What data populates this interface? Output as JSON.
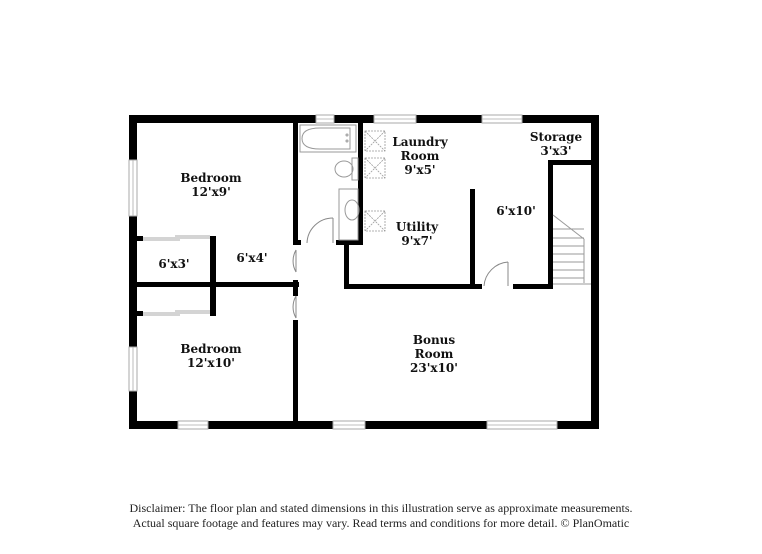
{
  "floor_plan": {
    "rooms": [
      {
        "id": "bedroom-1",
        "name": "Bedroom",
        "dims": "12'x9'"
      },
      {
        "id": "closet-1",
        "name": "",
        "dims": "6'x3'"
      },
      {
        "id": "hall",
        "name": "",
        "dims": "6'x4'"
      },
      {
        "id": "bedroom-2",
        "name": "Bedroom",
        "dims": "12'x10'"
      },
      {
        "id": "laundry",
        "name_line1": "Laundry",
        "name_line2": "Room",
        "dims": "9'x5'"
      },
      {
        "id": "utility",
        "name": "Utility",
        "dims": "9'x7'"
      },
      {
        "id": "storage",
        "name": "Storage",
        "dims": "3'x3'"
      },
      {
        "id": "stair-area",
        "name": "",
        "dims": "6'x10'"
      },
      {
        "id": "bonus",
        "name_line1": "Bonus",
        "name_line2": "Room",
        "dims": "23'x10'"
      }
    ],
    "colors": {
      "wall": "#000000",
      "fixture": "#999999",
      "window": "#bbbbbb",
      "background": "#ffffff"
    }
  },
  "disclaimer": {
    "line1": "Disclaimer: The floor plan and stated dimensions in this illustration serve as approximate measurements.",
    "line2": "Actual square footage and features may vary. Read terms and conditions for more detail. © PlanOmatic"
  }
}
